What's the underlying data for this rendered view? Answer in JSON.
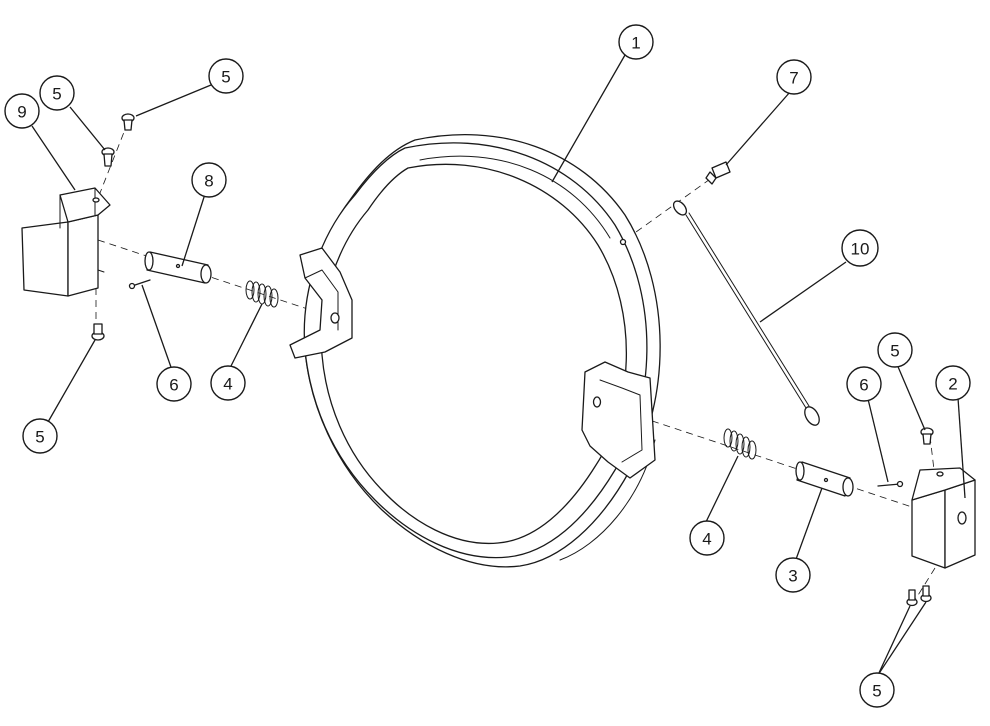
{
  "figure": {
    "callouts": [
      {
        "id": "c1",
        "label": "1"
      },
      {
        "id": "c2",
        "label": "2"
      },
      {
        "id": "c3",
        "label": "3"
      },
      {
        "id": "c4a",
        "label": "4"
      },
      {
        "id": "c4b",
        "label": "4"
      },
      {
        "id": "c5a",
        "label": "5"
      },
      {
        "id": "c5b",
        "label": "5"
      },
      {
        "id": "c5c",
        "label": "5"
      },
      {
        "id": "c5d",
        "label": "5"
      },
      {
        "id": "c5e",
        "label": "5"
      },
      {
        "id": "c6a",
        "label": "6"
      },
      {
        "id": "c6b",
        "label": "6"
      },
      {
        "id": "c7",
        "label": "7"
      },
      {
        "id": "c8",
        "label": "8"
      },
      {
        "id": "c9",
        "label": "9"
      },
      {
        "id": "c10",
        "label": "10"
      }
    ]
  }
}
